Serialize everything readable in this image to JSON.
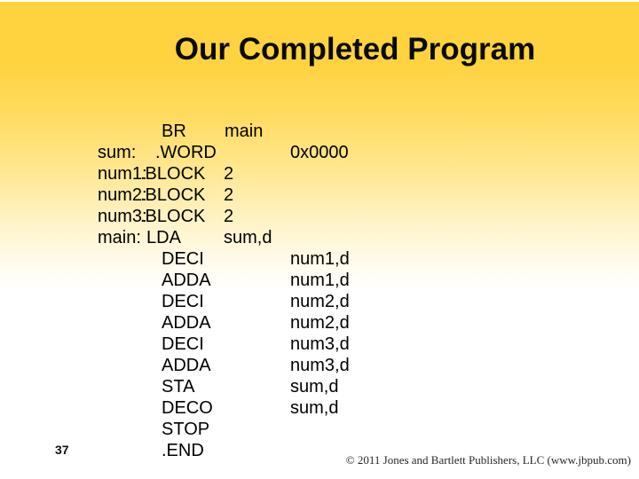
{
  "slide": {
    "title": "Our Completed Program",
    "page_number": "37",
    "copyright": "© 2011 Jones and Bartlett Publishers, LLC (www.jbpub.com)"
  },
  "colors": {
    "header_gold": "#FFD33F",
    "background": "#FFFFFF",
    "title_text": "#0A0A0A",
    "code_text": "#000000"
  },
  "code": {
    "lines": [
      {
        "label": "",
        "mnemonic": "BR",
        "operand": "main"
      },
      {
        "label": "sum:",
        "mnemonic": ".WORD",
        "operand": "0x0000"
      },
      {
        "label": "num1:",
        "mnemonic": ".BLOCK",
        "operand": "2"
      },
      {
        "label": "num2:",
        "mnemonic": ".BLOCK",
        "operand": "2"
      },
      {
        "label": "num3:",
        "mnemonic": ".BLOCK",
        "operand": "2"
      },
      {
        "label": "main:",
        "mnemonic": "LDA",
        "operand": "sum,d"
      },
      {
        "label": "",
        "mnemonic": "DECI",
        "operand": "num1,d"
      },
      {
        "label": "",
        "mnemonic": "ADDA",
        "operand": "num1,d"
      },
      {
        "label": "",
        "mnemonic": "DECI",
        "operand": "num2,d"
      },
      {
        "label": "",
        "mnemonic": "ADDA",
        "operand": "num2,d"
      },
      {
        "label": "",
        "mnemonic": "DECI",
        "operand": "num3,d"
      },
      {
        "label": "",
        "mnemonic": "ADDA",
        "operand": "num3,d"
      },
      {
        "label": "",
        "mnemonic": "STA",
        "operand": "sum,d"
      },
      {
        "label": "",
        "mnemonic": "DECO",
        "operand": "sum,d"
      },
      {
        "label": "",
        "mnemonic": "STOP",
        "operand": ""
      },
      {
        "label": "",
        "mnemonic": ".END",
        "operand": ""
      }
    ]
  }
}
